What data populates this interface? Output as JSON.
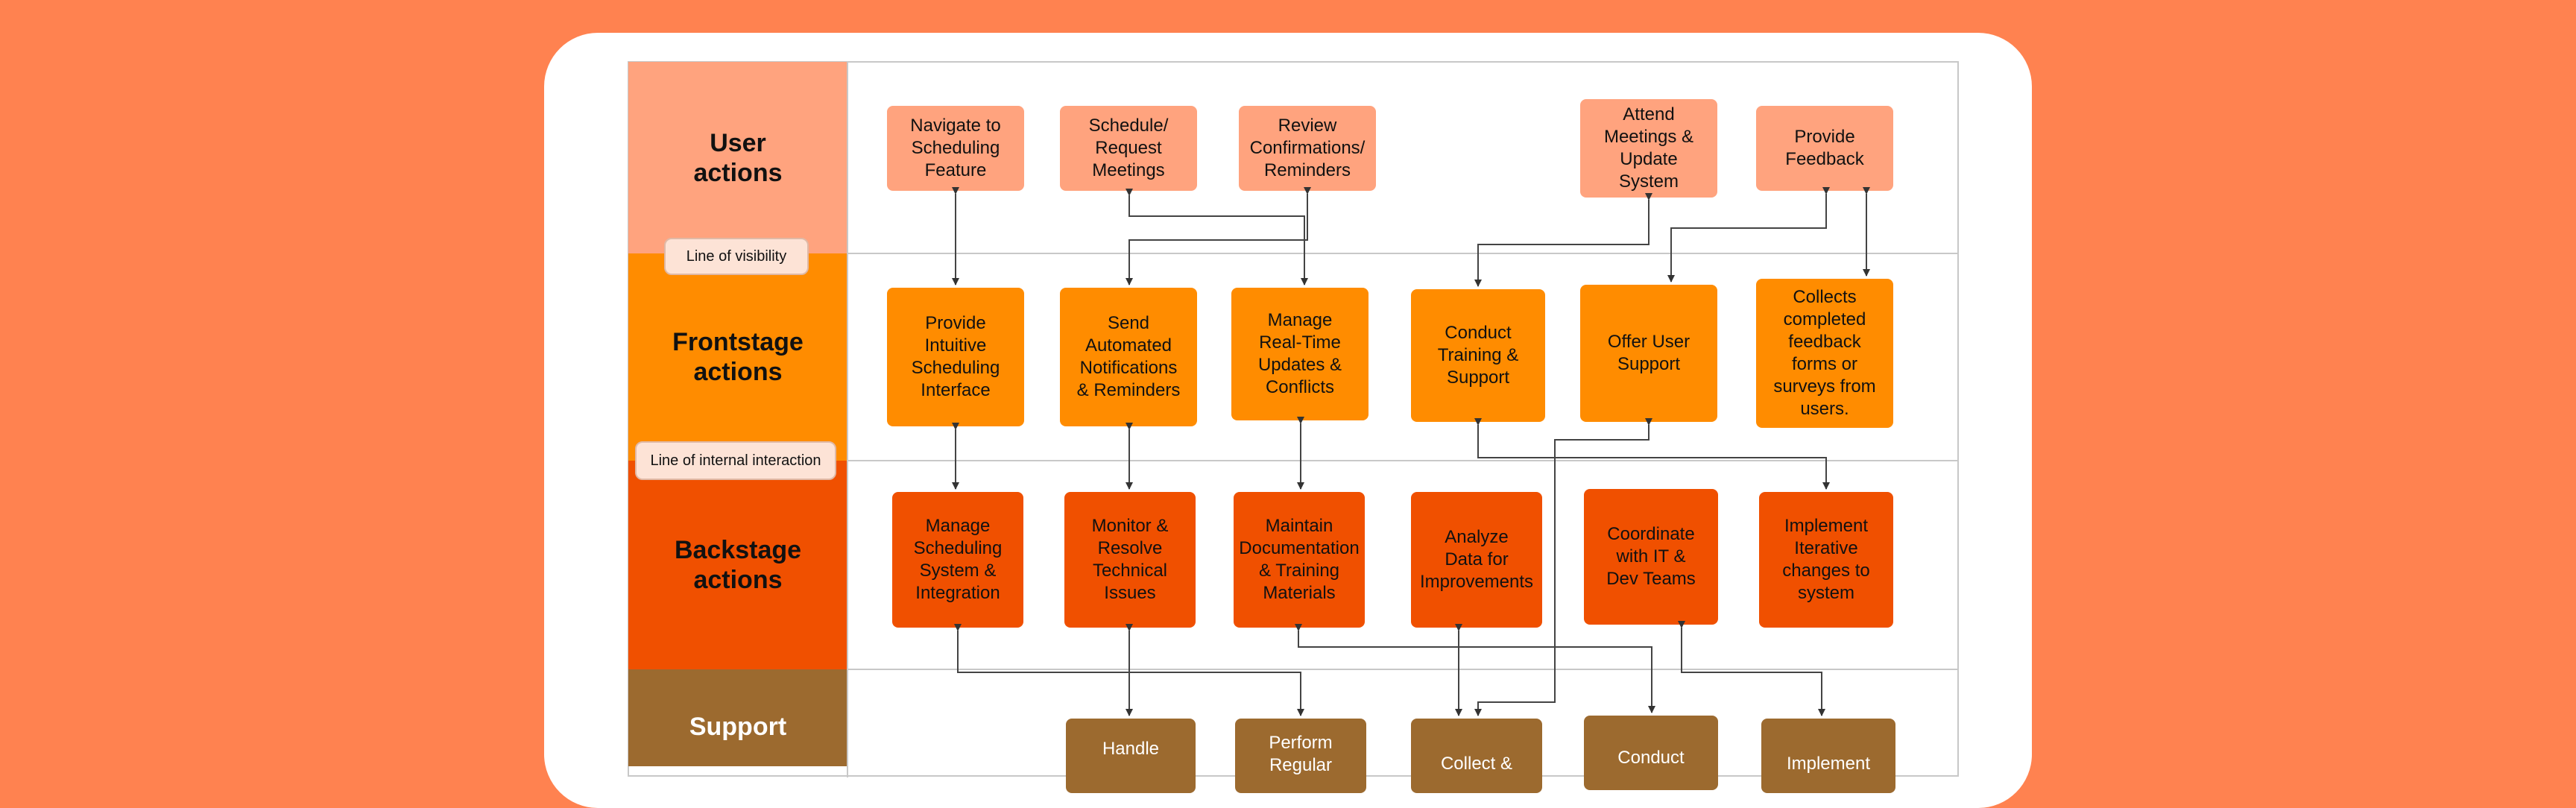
{
  "colors": {
    "page_background": "#ff8250",
    "user_lane": "#ffa37e",
    "frontstage_lane": "#ff8c00",
    "backstage_lane": "#f05000",
    "support_lane": "#9c6a2f"
  },
  "lanes": {
    "user": "User\nactions",
    "frontstage": "Frontstage\nactions",
    "backstage": "Backstage\nactions",
    "support": "Support"
  },
  "lines": {
    "visibility": "Line of visibility",
    "internal": "Line of internal interaction"
  },
  "user_actions": [
    "Navigate to\nScheduling\nFeature",
    "Schedule/\nRequest\nMeetings",
    "Review\nConfirmations/\nReminders",
    "Attend\nMeetings &\nUpdate\nSystem",
    "Provide\nFeedback"
  ],
  "frontstage_actions": [
    "Provide\nIntuitive\nScheduling\nInterface",
    "Send\nAutomated\nNotifications\n& Reminders",
    "Manage\nReal-Time\nUpdates &\nConflicts",
    "Conduct\nTraining &\nSupport",
    "Offer User\nSupport",
    "Collects\ncompleted\nfeedback\nforms or\nsurveys from\nusers."
  ],
  "backstage_actions": [
    "Manage\nScheduling\nSystem &\nIntegration",
    "Monitor &\nResolve\nTechnical\nIssues",
    "Maintain\nDocumentation\n& Training\nMaterials",
    "Analyze\nData for\nImprovements",
    "Coordinate\nwith IT &\nDev Teams",
    "Implement\nIterative\nchanges to\nsystem"
  ],
  "support_actions": [
    "Handle",
    "Perform\nRegular",
    "Collect &",
    "Conduct",
    "Implement"
  ]
}
